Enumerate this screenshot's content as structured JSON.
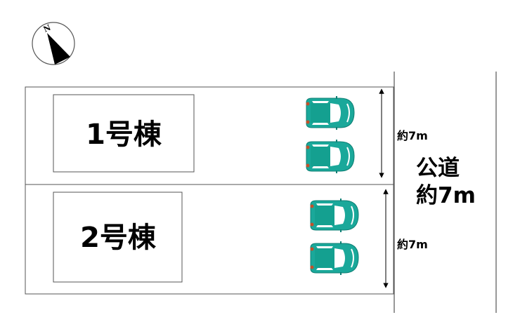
{
  "compass": {
    "north_label": "N"
  },
  "buildings": [
    {
      "label": "1号棟"
    },
    {
      "label": "2号棟"
    }
  ],
  "dimensions": {
    "lot1_depth": "約7m",
    "lot2_depth": "約7m"
  },
  "road": {
    "type": "公道",
    "width": "約7m"
  },
  "colors": {
    "car_body": "#1aa89a",
    "car_lights": "#c0502a",
    "line": "#555555"
  }
}
